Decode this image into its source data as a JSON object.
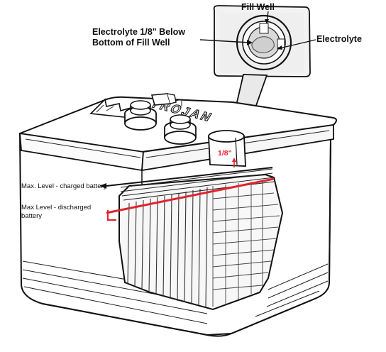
{
  "labels": {
    "fill_well": "Fill Well",
    "electrolyte_below_line1": "Electrolyte 1/8\" Below",
    "electrolyte_below_line2": "Bottom of Fill Well",
    "electrolyte": "Electrolyte",
    "gap": "1/8\"",
    "max_charged": "Max. Level - charged battery",
    "max_discharged_line1": "Max Level - discharged",
    "max_discharged_line2": "battery",
    "brand": "TROJAN"
  },
  "colors": {
    "outline": "#111111",
    "level_line": "#e0232e",
    "inset_bg": "#f2f2f2",
    "cell_fill": "#f7f7f7",
    "case_fill": "#ffffff"
  },
  "icons": {
    "charged_marker": "arrow-left-icon",
    "discharged_marker": "bracket-icon"
  }
}
